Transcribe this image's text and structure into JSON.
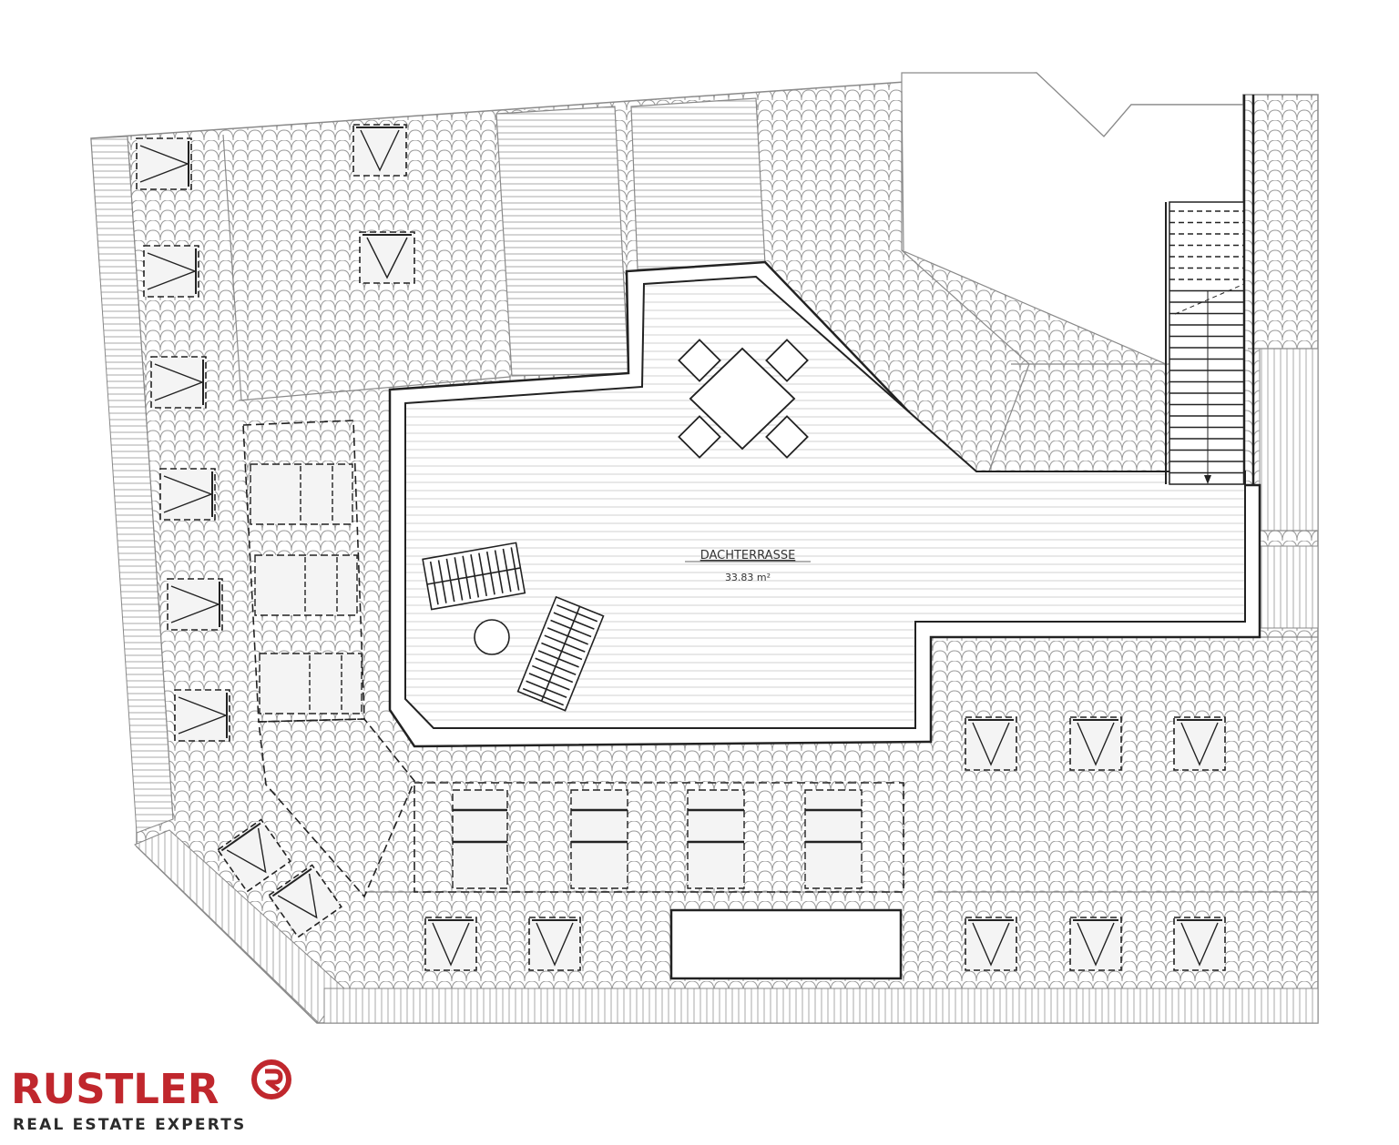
{
  "plan": {
    "room_name": "DACHTERRASSE",
    "room_area": "33.83 m²"
  },
  "brand": {
    "name": "RUSTLER",
    "tagline": "REAL ESTATE EXPERTS",
    "mark_glyph": "ʀ",
    "primary_color": "#c0272d",
    "text_color": "#2b2b2b"
  }
}
